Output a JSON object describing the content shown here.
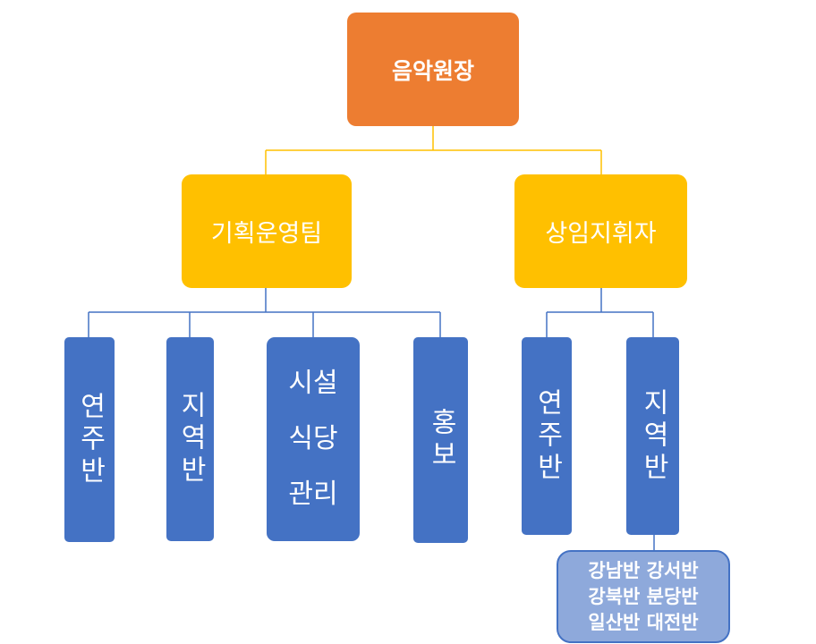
{
  "root": {
    "label": "음악원장"
  },
  "level1": [
    {
      "label": "기획운영팀"
    },
    {
      "label": "상임지휘자"
    }
  ],
  "planning_children": [
    {
      "label": "연주반"
    },
    {
      "label": "지역반"
    },
    {
      "lines": [
        "시설",
        "식당",
        "관리"
      ]
    },
    {
      "label": "홍보"
    }
  ],
  "conductor_children": [
    {
      "label": "연주반"
    },
    {
      "label": "지역반"
    }
  ],
  "regional_classes": {
    "lines": [
      "강남반 강서반",
      "강북반 분당반",
      "일산반 대전반"
    ]
  },
  "colors": {
    "root": "#ED7D31",
    "level1": "#FFC000",
    "leaf": "#4472C4",
    "sub": "#8EA9DB",
    "connector_top": "#FFC000",
    "connector_bottom": "#4472C4"
  }
}
